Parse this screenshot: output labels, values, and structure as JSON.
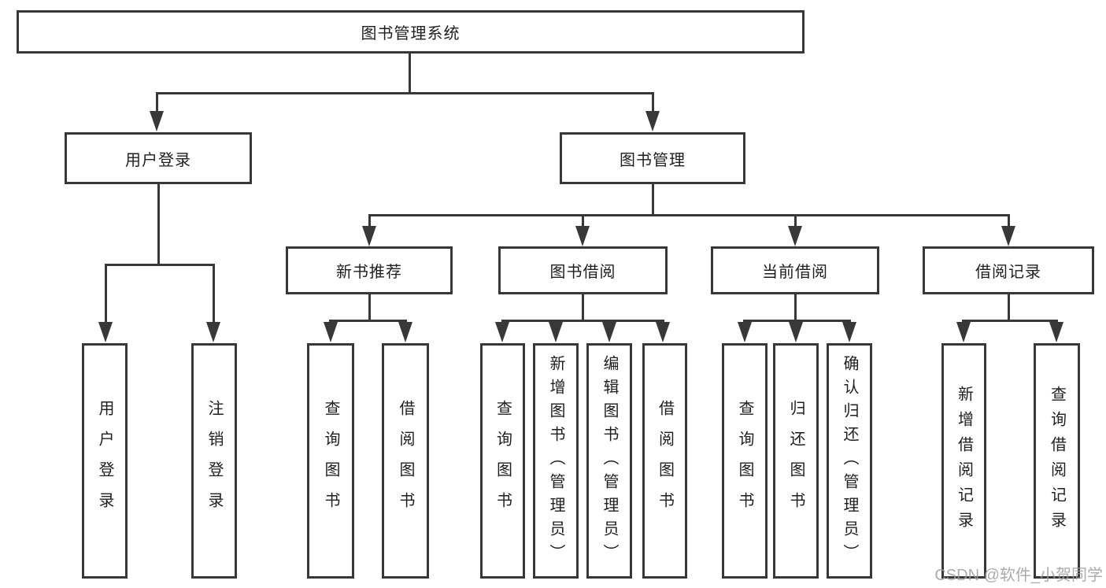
{
  "title": "图书管理系统",
  "watermark": "CSDN @软件_小贺同学",
  "colors": {
    "line": "#383838",
    "box_border": "#383838",
    "box_background": "#ffffff",
    "text": "#1f1f1f",
    "watermark": "#9e9e9e"
  },
  "tree": {
    "label": "图书管理系统",
    "children": [
      {
        "label": "用户登录",
        "children": [
          {
            "label": "用户登录"
          },
          {
            "label": "注销登录"
          }
        ]
      },
      {
        "label": "图书管理",
        "children": [
          {
            "label": "新书推荐",
            "children": [
              {
                "label": "查询图书"
              },
              {
                "label": "借阅图书"
              }
            ]
          },
          {
            "label": "图书借阅",
            "children": [
              {
                "label": "查询图书"
              },
              {
                "label": "新增图书（管理员）"
              },
              {
                "label": "编辑图书（管理员）"
              },
              {
                "label": "借阅图书"
              }
            ]
          },
          {
            "label": "当前借阅",
            "children": [
              {
                "label": "查询图书"
              },
              {
                "label": "归还图书"
              },
              {
                "label": "确认归还（管理员）"
              }
            ]
          },
          {
            "label": "借阅记录",
            "children": [
              {
                "label": "新增借阅记录"
              },
              {
                "label": "查询借阅记录"
              }
            ]
          }
        ]
      }
    ]
  }
}
